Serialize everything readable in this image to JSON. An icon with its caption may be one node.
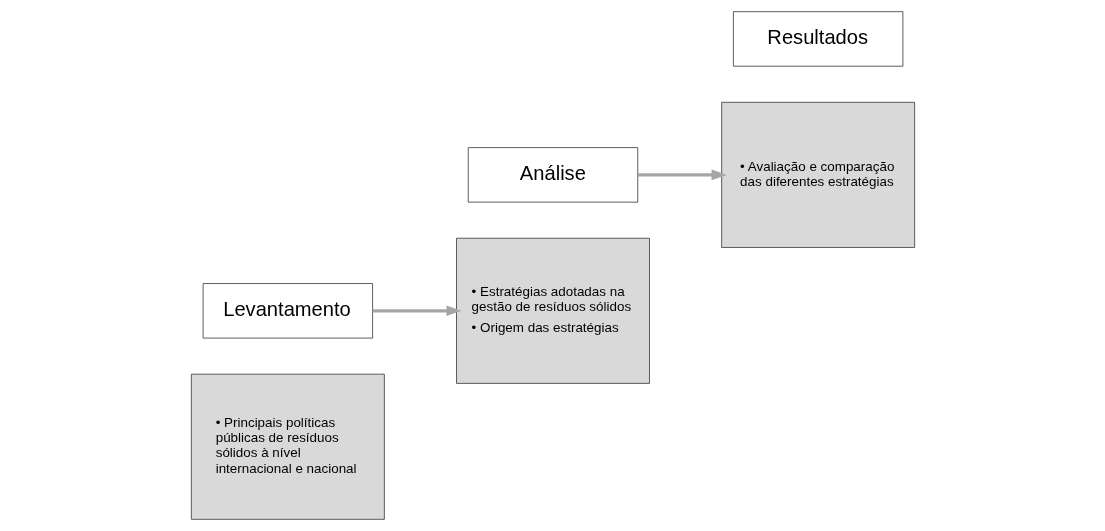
{
  "diagram": {
    "nodes": [
      {
        "text": [
          "• Principais políticas públicas de resíduos sólidos à nível internacional e nacional"
        ]
      },
      {
        "text": [
          "Levantamento"
        ]
      },
      {
        "text": [
          "Análise"
        ]
      },
      {
        "text": [
          "• Estratégias adotadas na gestão de resíduos sólidos",
          "• Origem das estratégias"
        ]
      },
      {
        "text": [
          "• Avaliação e comparação das diferentes estratégias"
        ]
      },
      {
        "text": [
          "Resultados"
        ]
      }
    ],
    "edges": [
      {
        "from": 1,
        "to": 3,
        "arrow": "to"
      },
      {
        "from": 2,
        "to": 4,
        "arrow": "to"
      }
    ]
  }
}
